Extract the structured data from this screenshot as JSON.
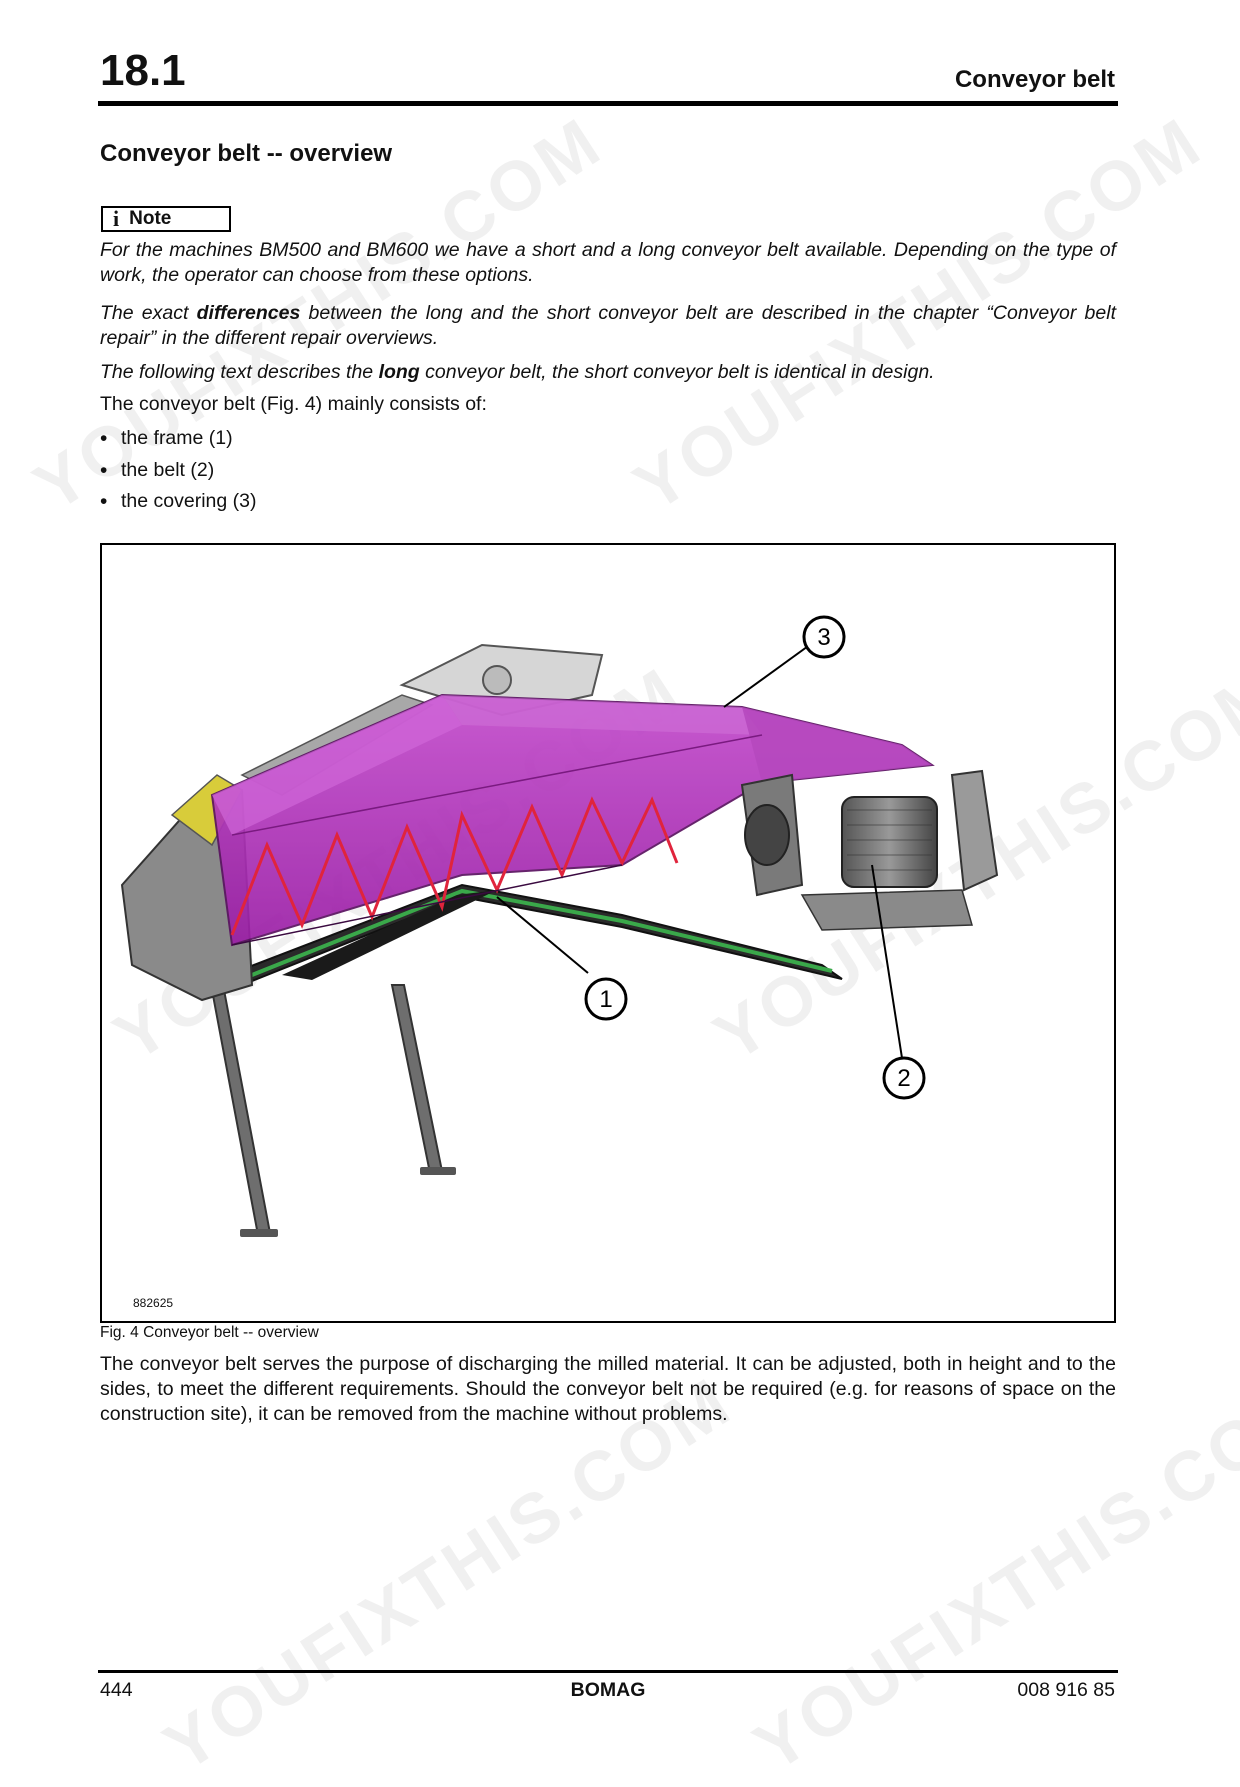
{
  "header": {
    "section_number": "18.1",
    "title": "Conveyor belt"
  },
  "section_title": "Conveyor belt -- overview",
  "note": {
    "icon": "i",
    "label": "Note"
  },
  "paragraphs": {
    "p1": "For the machines BM500 and BM600 we have a short and a long conveyor belt available. Depending on the type of work, the operator can choose from these options.",
    "p2_a": "The exact ",
    "p2_b": "differences",
    "p2_c": " between the long and the short conveyor belt are described in the chapter “Conveyor belt repair” in the different repair overviews.",
    "p3_a": "The following text describes the ",
    "p3_b": "long",
    "p3_c": " conveyor belt, the short conveyor belt is identical in design.",
    "p4": "The conveyor belt (Fig. 4) mainly consists of:"
  },
  "components": [
    "the frame (1)",
    "the belt (2)",
    "the covering (3)"
  ],
  "figure": {
    "callouts": [
      "1",
      "2",
      "3"
    ],
    "id": "882625",
    "caption": "Fig. 4 Conveyor belt -- overview"
  },
  "description": "The conveyor belt serves the purpose of discharging the milled material. It can be adjusted, both in height and to the sides, to meet the different requirements. Should the conveyor belt not be required (e.g. for reasons of space on the construction site), it can be removed from the machine without problems.",
  "footer": {
    "page": "444",
    "brand": "BOMAG",
    "doc_number": "008 916 85"
  },
  "watermark_text": "YOUFIXTHIS.COM",
  "colors": {
    "covering": "#b02ab8",
    "frame_red": "#e0243c",
    "frame_green": "#3aa84a"
  }
}
